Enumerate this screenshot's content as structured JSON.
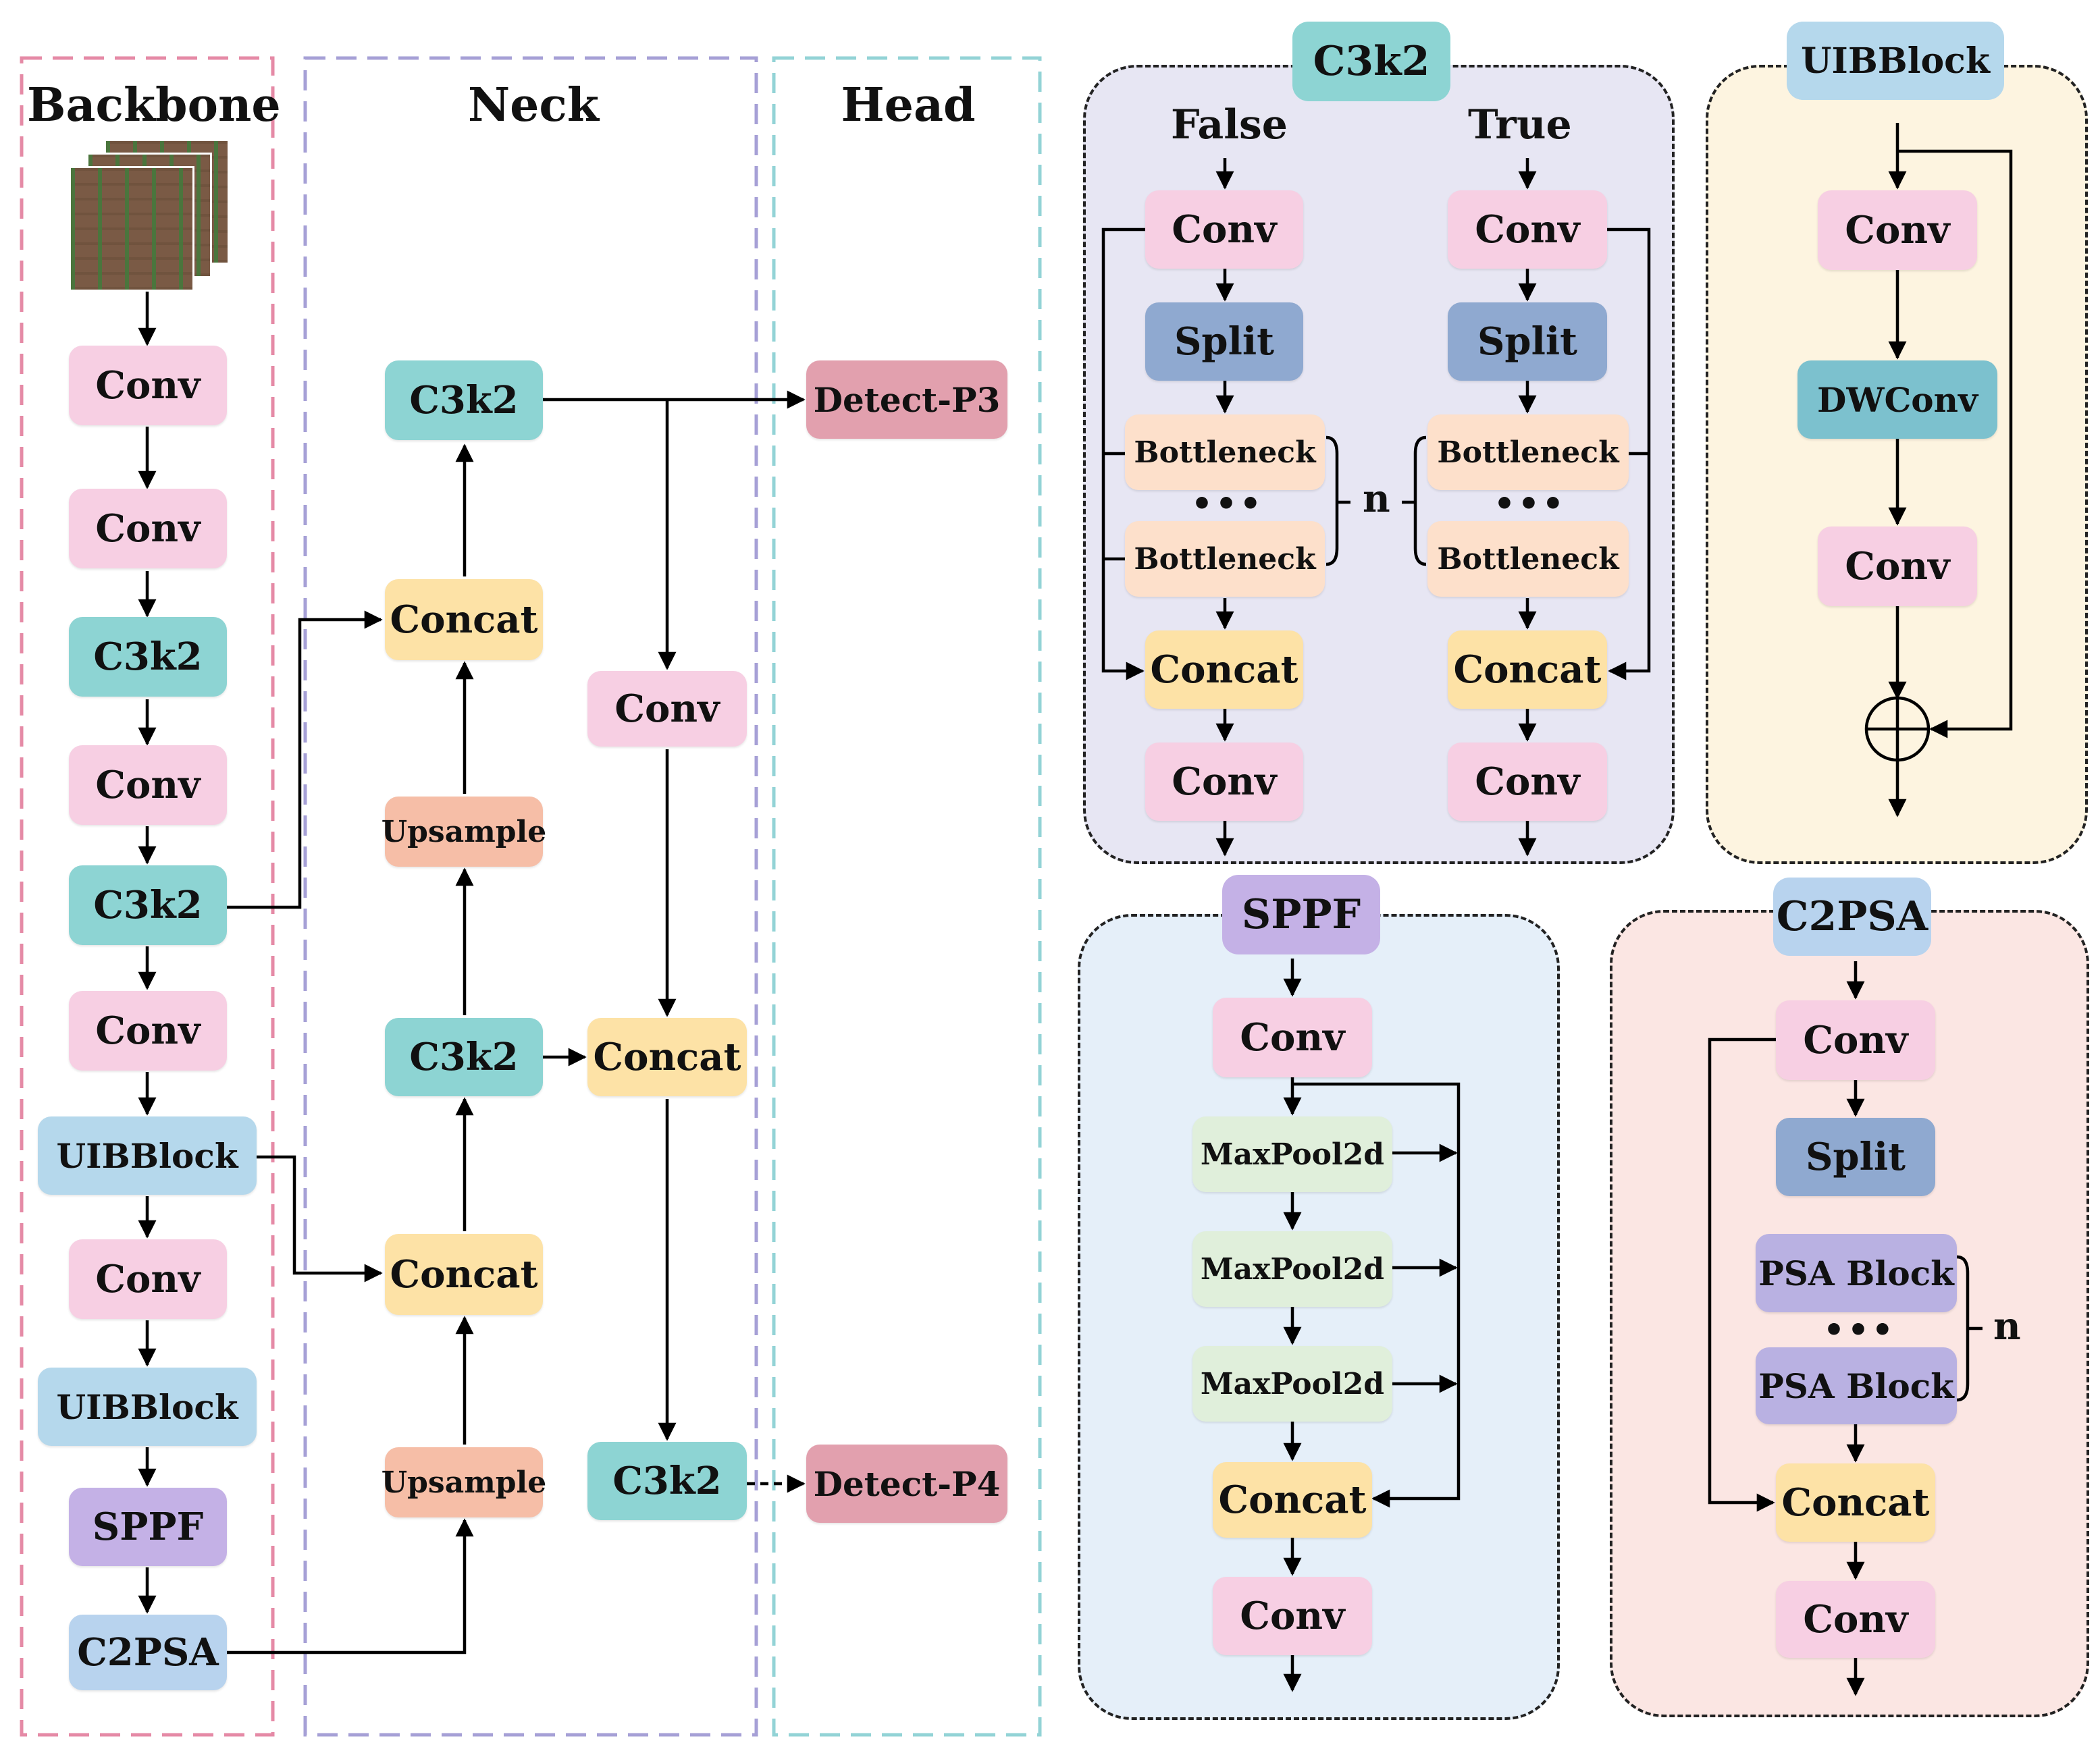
{
  "colors": {
    "conv": "#f7cfe3",
    "c3k2": "#8dd4d3",
    "concat": "#fde2a6",
    "upsample": "#f6bea7",
    "split": "#8fa9d0",
    "bottleneck": "#fde0cb",
    "uib": "#b5d8ec",
    "sppf": "#c4b1e6",
    "c2psa": "#b8d3ee",
    "detect": "#e2a0ae",
    "dwconv": "#7cc1ce",
    "maxpool": "#e0efdb",
    "psa": "#b9b1e2",
    "backbone_border": "#e58aa6",
    "neck_border": "#a6a0d6",
    "head_border": "#93d3d6",
    "panel_c3k2_bg": "#e7e6f3",
    "panel_uib_bg": "#fdf4e0",
    "panel_sppf_bg": "#e5eff9",
    "panel_c2psa_bg": "#fbe6e3"
  },
  "sections": {
    "backbone": "Backbone",
    "neck": "Neck",
    "head": "Head"
  },
  "backbone": {
    "input_image": "input-image-stack",
    "conv1": "Conv",
    "conv2": "Conv",
    "c3k2_1": "C3k2",
    "conv3": "Conv",
    "c3k2_2": "C3k2",
    "conv4": "Conv",
    "uib1": "UIBBlock",
    "conv5": "Conv",
    "uib2": "UIBBlock",
    "sppf": "SPPF",
    "c2psa": "C2PSA"
  },
  "neck": {
    "c3k2_top": "C3k2",
    "concat_top": "Concat",
    "upsample_top": "Upsample",
    "c3k2_mid": "C3k2",
    "concat_low": "Concat",
    "upsample_low": "Upsample",
    "conv_right": "Conv",
    "concat_right": "Concat",
    "c3k2_right": "C3k2"
  },
  "head": {
    "detect_p3": "Detect-P3",
    "detect_p4": "Detect-P4"
  },
  "c3k2_panel": {
    "title": "C3k2",
    "false_label": "False",
    "true_label": "True",
    "conv": "Conv",
    "split": "Split",
    "bottleneck": "Bottleneck",
    "dots": "•••",
    "concat": "Concat",
    "n_label": "n"
  },
  "uib_panel": {
    "title": "UIBBlock",
    "conv": "Conv",
    "dwconv": "DWConv"
  },
  "sppf_panel": {
    "title": "SPPF",
    "conv": "Conv",
    "maxpool": "MaxPool2d",
    "concat": "Concat"
  },
  "c2psa_panel": {
    "title": "C2PSA",
    "conv": "Conv",
    "split": "Split",
    "psa": "PSA Block",
    "dots": "•••",
    "concat": "Concat",
    "n_label": "n"
  }
}
